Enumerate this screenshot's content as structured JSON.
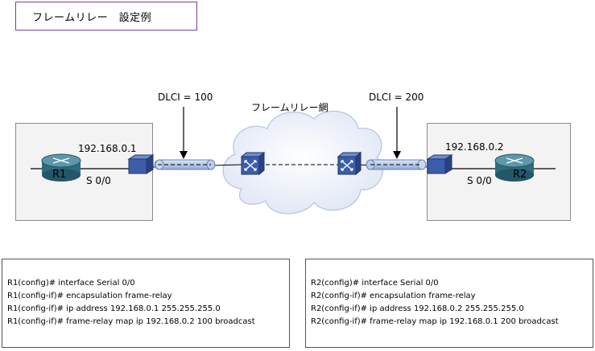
{
  "title": "フレームリレー　設定例",
  "network_label": "フレームリレー網",
  "left": {
    "dlci_label": "DLCI = 100",
    "router_name": "R1",
    "ip": "192.168.0.1",
    "interface": "S 0/0",
    "config": [
      "R1(config)# interface Serial 0/0",
      "R1(config-if)# encapsulation frame-relay",
      "R1(config-if)# ip address 192.168.0.1 255.255.255.0",
      "R1(config-if)# frame-relay map ip 192.168.0.2 100 broadcast"
    ]
  },
  "right": {
    "dlci_label": "DLCI = 200",
    "router_name": "R2",
    "ip": "192.168.0.2",
    "interface": "S 0/0",
    "config": [
      "R2(config)# interface Serial 0/0",
      "R2(config-if)# encapsulation frame-relay",
      "R2(config-if)# ip address 192.168.0.2 255.255.255.0",
      "R2(config-if)# frame-relay map ip 192.168.0.1 200 broadcast"
    ]
  },
  "colors": {
    "router": "#2f6a7e",
    "switch": "#3c5ea8",
    "pvc": "#9ab3dc",
    "cloud": "#eef2fb",
    "title_border": "#7a3fa0"
  }
}
